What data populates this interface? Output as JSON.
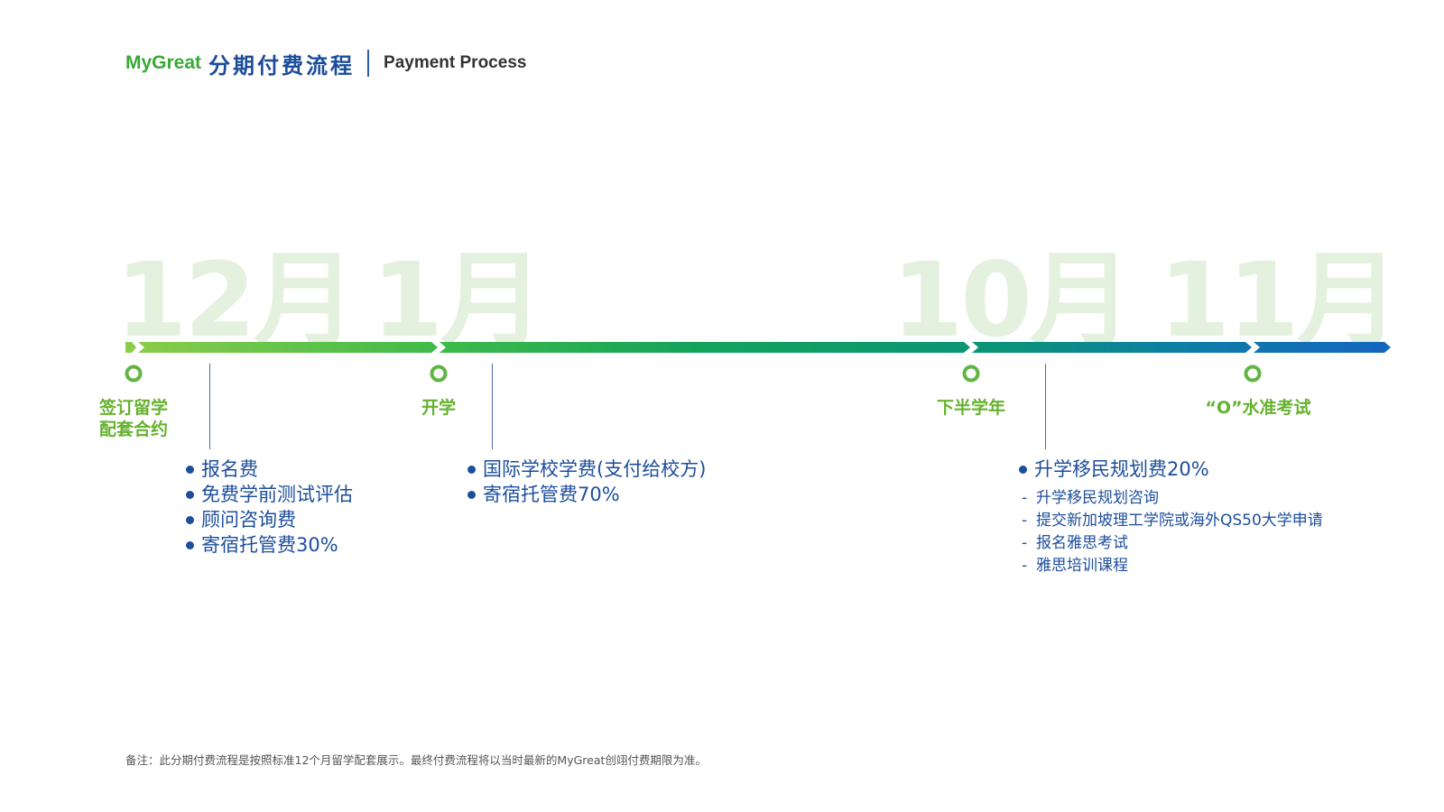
{
  "header": {
    "brand": "MyGreat",
    "title_cn": "分期付费流程",
    "title_en": "Payment Process"
  },
  "timeline": {
    "months": [
      "12月",
      "1月",
      "10月",
      "11月"
    ],
    "stages": [
      {
        "label": "签订留学配套合约",
        "items": [
          "报名费",
          "免费学前测试评估",
          "顾问咨询费",
          "寄宿托管费30%"
        ]
      },
      {
        "label": "开学",
        "items": [
          "国际学校学费(支付给校方)",
          "寄宿托管费70%"
        ]
      },
      {
        "label": "下半学年",
        "items": [
          "升学移民规划费20%"
        ],
        "subitems": [
          "升学移民规划咨询",
          "提交新加坡理工学院或海外QS50大学申请",
          "报名雅思考试",
          "雅思培训课程"
        ]
      },
      {
        "label": "“O”水准考试"
      }
    ]
  },
  "footnote": "备注：此分期付费流程是按照标准12个月留学配套展示。最终付费流程将以当时最新的MyGreat创翊付费期限为准。",
  "colors": {
    "brand_green": "#3aa935",
    "title_blue": "#1b4d99",
    "text_blue": "#1d4e9c",
    "node_green": "#62b445",
    "month_watermark": "#e4f1de",
    "arrow_start": "#8ccd4a",
    "arrow_mid": "#13a35a",
    "arrow_end": "#1565c0"
  }
}
